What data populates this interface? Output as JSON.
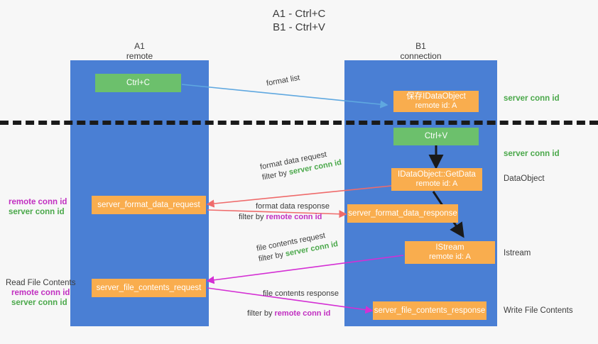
{
  "title": {
    "line1": "A1 - Ctrl+C",
    "line2": "B1 - Ctrl+V"
  },
  "columns": [
    {
      "name": "A1",
      "sub": "remote"
    },
    {
      "name": "B1",
      "sub": "connection"
    }
  ],
  "colors": {
    "lane": "#4a7fd4",
    "green_node": "#6cc06c",
    "orange_node": "#f9ad4e",
    "server_conn_id": "#4aa84a",
    "remote_conn_id": "#c12fc1",
    "blue_arrow": "#5fa8e0",
    "red_arrow": "#ef6b6b",
    "magenta_arrow": "#d42fd4",
    "black_arrow": "#1a1a1a",
    "divider": "#1a1a1a"
  },
  "nodes": [
    {
      "id": "ctrl-c",
      "label": "Ctrl+C",
      "sub": "",
      "kind": "green"
    },
    {
      "id": "save-idataobject",
      "label": "保存IDataObject",
      "sub": "remote id: A",
      "kind": "orange"
    },
    {
      "id": "ctrl-v",
      "label": "Ctrl+V",
      "sub": "",
      "kind": "green"
    },
    {
      "id": "getdata",
      "label": "IDataObject::GetData",
      "sub": "remote id: A",
      "kind": "orange"
    },
    {
      "id": "format-data-request",
      "label": "server_format_data_request",
      "sub": "",
      "kind": "orange"
    },
    {
      "id": "format-data-response",
      "label": "server_format_data_response",
      "sub": "",
      "kind": "orange"
    },
    {
      "id": "istream",
      "label": "IStream",
      "sub": "remote id: A",
      "kind": "orange"
    },
    {
      "id": "file-contents-request",
      "label": "server_file_contents_request",
      "sub": "",
      "kind": "orange"
    },
    {
      "id": "file-contents-response",
      "label": "server_file_contents_response",
      "sub": "",
      "kind": "orange"
    }
  ],
  "right_labels": [
    {
      "id": "server-conn-id-1",
      "text": "server conn id",
      "color": "green"
    },
    {
      "id": "server-conn-id-2",
      "text": "server conn id",
      "color": "green"
    },
    {
      "id": "dataobject",
      "text": "DataObject",
      "color": "dark"
    },
    {
      "id": "istream",
      "text": "Istream",
      "color": "dark"
    },
    {
      "id": "write-file-contents",
      "text": "Write File Contents",
      "color": "dark"
    }
  ],
  "left_labels": {
    "group1": {
      "remote": "remote conn id",
      "server": "server conn id"
    },
    "group2": {
      "heading": "Read File Contents",
      "remote": "remote conn id",
      "server": "server conn id"
    }
  },
  "edges": [
    {
      "id": "format-list",
      "line1": "format list",
      "filter_prefix": "",
      "filter_value": ""
    },
    {
      "id": "format-data-request",
      "line1": "format data request",
      "filter_prefix": "filter by ",
      "filter_value": "server conn id"
    },
    {
      "id": "format-data-response",
      "line1": "format data response",
      "filter_prefix": "filter by ",
      "filter_value": "remote conn id"
    },
    {
      "id": "file-contents-request",
      "line1": "file contents request",
      "filter_prefix": "filter by ",
      "filter_value": "server conn id"
    },
    {
      "id": "file-contents-response",
      "line1": "file contents response",
      "filter_prefix": "filter by ",
      "filter_value": "remote conn id"
    }
  ]
}
